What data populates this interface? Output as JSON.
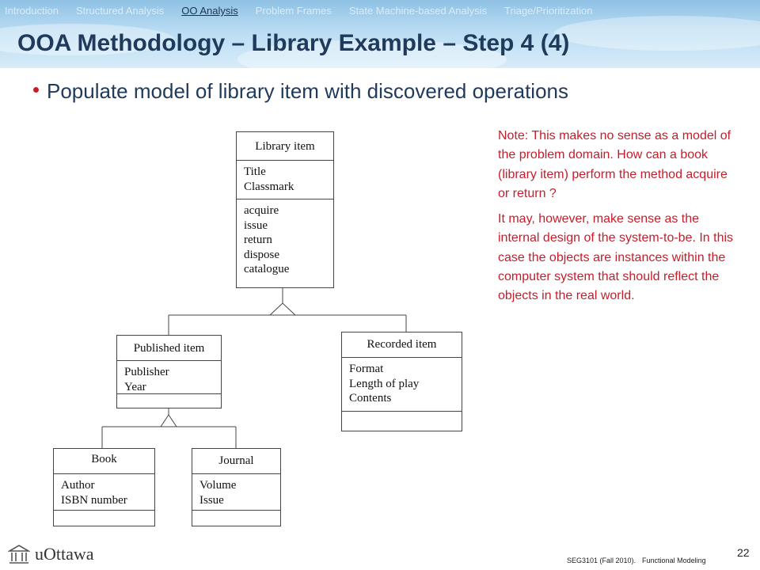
{
  "nav": {
    "items": [
      {
        "label": "Introduction",
        "active": false
      },
      {
        "label": "Structured Analysis",
        "active": false
      },
      {
        "label": "OO Analysis",
        "active": true
      },
      {
        "label": "Problem Frames",
        "active": false
      },
      {
        "label": "State Machine-based Analysis",
        "active": false
      },
      {
        "label": "Triage/Prioritization",
        "active": false
      }
    ]
  },
  "title": "OOA Methodology – Library Example – Step 4 (4)",
  "bullet": "Populate model of library item with discovered operations",
  "classes": {
    "library_item": {
      "name": "Library item",
      "attributes": [
        "Title",
        "Classmark"
      ],
      "operations": [
        "acquire",
        "issue",
        "return",
        "dispose",
        "catalogue"
      ]
    },
    "published_item": {
      "name": "Published item",
      "attributes": [
        "Publisher",
        "Year"
      ],
      "operations": []
    },
    "recorded_item": {
      "name": "Recorded item",
      "attributes": [
        "Format",
        "Length of play",
        "Contents"
      ],
      "operations": []
    },
    "book": {
      "name": "Book",
      "attributes": [
        "Author",
        "ISBN number"
      ],
      "operations": []
    },
    "journal": {
      "name": "Journal",
      "attributes": [
        "Volume",
        "Issue"
      ],
      "operations": []
    }
  },
  "note": {
    "p1": "Note: This makes no sense as a model of the problem domain. How can a book (library item) perform the method acquire or return ?",
    "p2": "It may, however, make sense as the internal design of the system-to-be. In this case the objects  are instances within the computer system that should reflect the objects in the real world."
  },
  "footer": {
    "logo_text": "uOttawa",
    "logo_icon": "university-building-icon",
    "course": "SEG3101 (Fall 2010).",
    "topic": "Functional Modeling",
    "page_number": "22"
  },
  "colors": {
    "title": "#1f3a5b",
    "note": "#c41e2b",
    "bullet": "#c41e2b"
  }
}
